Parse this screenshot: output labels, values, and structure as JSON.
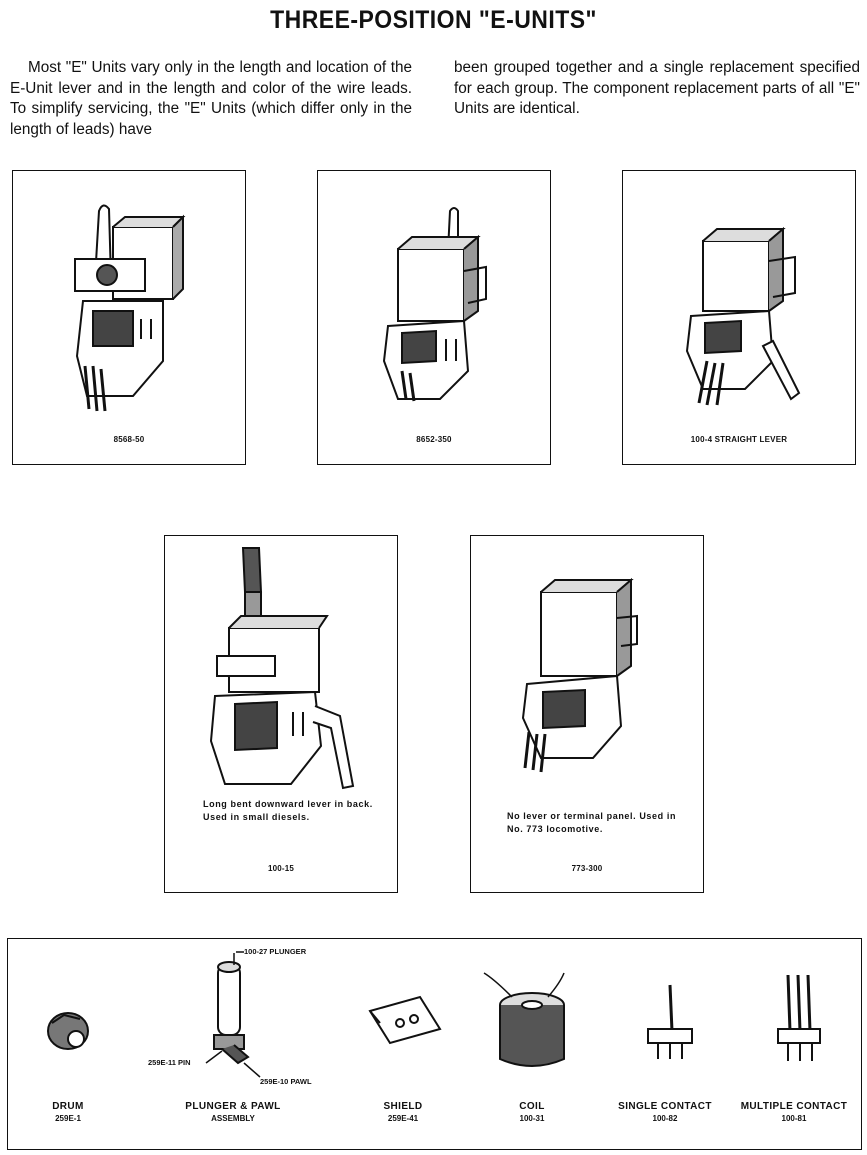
{
  "title": "THREE-POSITION \"E-UNITS\"",
  "intro": {
    "left": "Most \"E\" Units vary only in the length and location of the E-Unit lever and in the length and color of the wire leads. To simplify servicing, the \"E\" Units (which differ only in the length of leads) have",
    "right": "been grouped together and a single replacement specified for each group. The component replacement parts of all \"E\" Units are identical."
  },
  "units": [
    {
      "caption": "8568-50",
      "note": ""
    },
    {
      "caption": "8652-350",
      "note": ""
    },
    {
      "caption": "100-4 STRAIGHT LEVER",
      "note": ""
    },
    {
      "caption": "100-15",
      "note": "Long bent downward lever in back. Used in small diesels."
    },
    {
      "caption": "773-300",
      "note": "No lever or terminal panel. Used in No. 773 locomotive."
    }
  ],
  "parts": [
    {
      "name": "DRUM",
      "code": "259E-1"
    },
    {
      "name": "PLUNGER & PAWL",
      "code": "ASSEMBLY"
    },
    {
      "name": "SHIELD",
      "code": "259E-41"
    },
    {
      "name": "COIL",
      "code": "100-31"
    },
    {
      "name": "SINGLE CONTACT",
      "code": "100-82"
    },
    {
      "name": "MULTIPLE CONTACT",
      "code": "100-81"
    }
  ],
  "callouts": {
    "plunger": "100-27 PLUNGER",
    "pin": "259E-11 PIN",
    "pawl": "259E-10 PAWL"
  }
}
